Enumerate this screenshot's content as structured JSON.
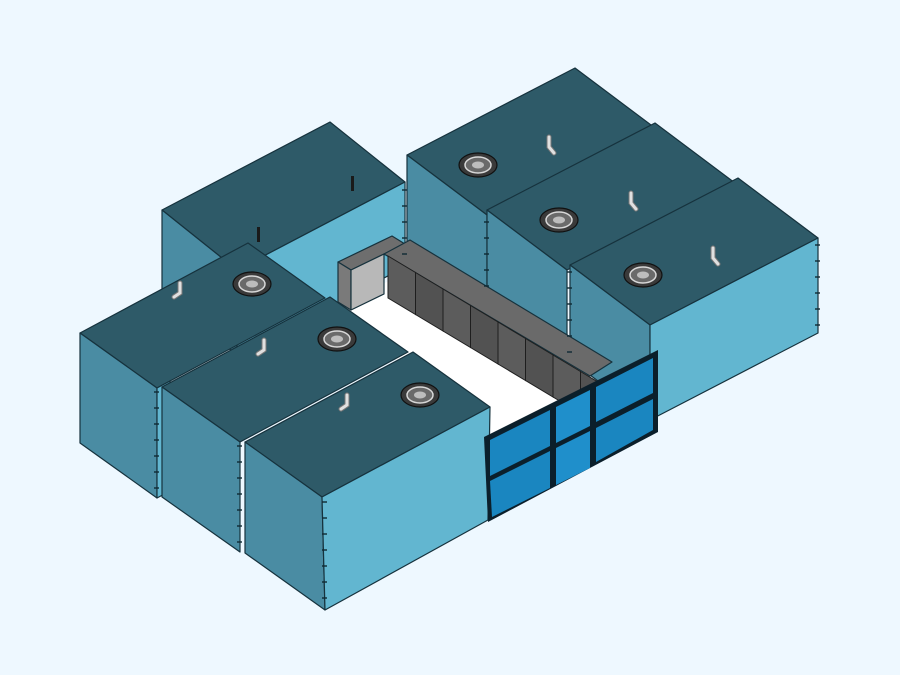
{
  "scene": {
    "background": "#eef8ff",
    "colors": {
      "tank_top": "#2e5a68",
      "tank_left": "#4a8ca3",
      "tank_right": "#62b6d0",
      "edge": "#16323d",
      "block_top": "#6e6e6e",
      "block_front": "#5a5a5a",
      "block_light": "#b8b8b8",
      "glass": "#1a86c0",
      "glass_frame": "#0b1f2b",
      "hatch": "#3a3a3a",
      "vent": "#d8d8d8"
    },
    "tanks": [
      {
        "id": "tank-back-left",
        "hatch": false,
        "vent": "post"
      },
      {
        "id": "tank-back-right-1",
        "hatch": true,
        "vent": "pipe"
      },
      {
        "id": "tank-back-right-2",
        "hatch": true,
        "vent": "pipe"
      },
      {
        "id": "tank-back-right-3",
        "hatch": true,
        "vent": "pipe"
      },
      {
        "id": "tank-front-left-1",
        "hatch": true,
        "vent": "pipe"
      },
      {
        "id": "tank-front-left-2",
        "hatch": true,
        "vent": "pipe"
      },
      {
        "id": "tank-front-left-3",
        "hatch": true,
        "vent": "pipe"
      }
    ],
    "block_count": 8,
    "glass_panes": {
      "rows": 2,
      "columns": 3
    }
  }
}
